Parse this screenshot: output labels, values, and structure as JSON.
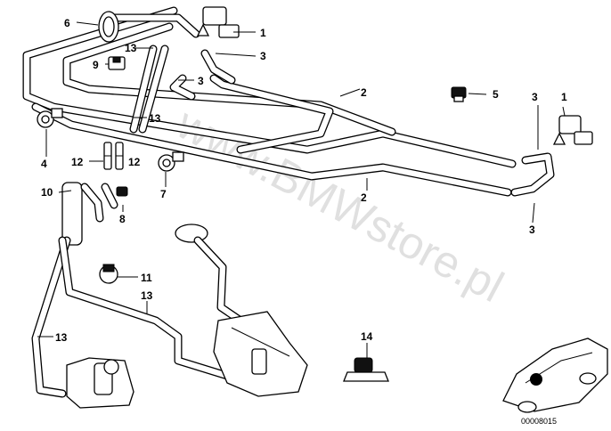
{
  "watermark": "www.BMWstore.pl",
  "catalog_code": "00008015",
  "callouts": {
    "c1a": "1",
    "c1b": "1",
    "c2a": "2",
    "c2b": "2",
    "c3a": "3",
    "c3b": "3",
    "c3c": "3",
    "c3d": "3",
    "c4": "4",
    "c5": "5",
    "c6": "6",
    "c7": "7",
    "c8": "8",
    "c9": "9",
    "c10": "10",
    "c11": "11",
    "c12a": "12",
    "c12b": "12",
    "c13a": "13",
    "c13b": "13",
    "c13c": "13",
    "c13d": "13",
    "c14": "14"
  }
}
